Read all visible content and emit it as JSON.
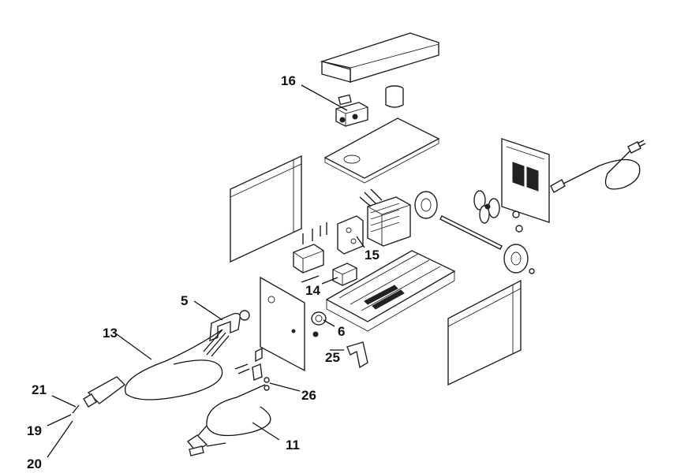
{
  "callouts": [
    {
      "id": "16",
      "text": "16"
    },
    {
      "id": "15",
      "text": "15"
    },
    {
      "id": "14",
      "text": "14"
    },
    {
      "id": "5",
      "text": "5"
    },
    {
      "id": "6",
      "text": "6"
    },
    {
      "id": "13",
      "text": "13"
    },
    {
      "id": "25",
      "text": "25"
    },
    {
      "id": "26",
      "text": "26"
    },
    {
      "id": "21",
      "text": "21"
    },
    {
      "id": "19",
      "text": "19"
    },
    {
      "id": "20",
      "text": "20"
    },
    {
      "id": "11",
      "text": "11"
    }
  ]
}
